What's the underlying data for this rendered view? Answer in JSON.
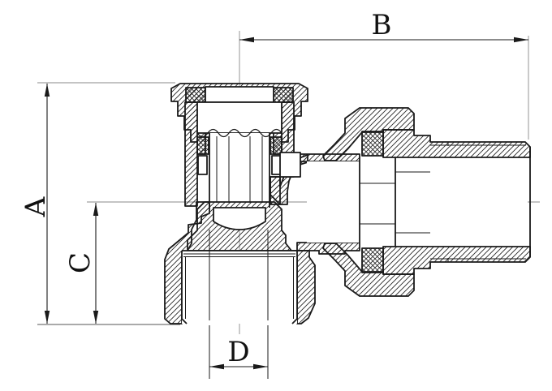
{
  "drawing": {
    "title": "Angle valve cross-section technical drawing",
    "background": "#ffffff",
    "line_color": "#1a1a1a",
    "centerline_color": "#8a8a8a",
    "hatch_style": "45-degree section hatching",
    "seal_style": "crosshatched seal sections"
  },
  "dims": {
    "A": "A",
    "B": "B",
    "C": "C",
    "D": "D"
  },
  "dimension_meta": {
    "A": {
      "orientation": "vertical",
      "side": "left-outer"
    },
    "B": {
      "orientation": "horizontal",
      "side": "top"
    },
    "C": {
      "orientation": "vertical",
      "side": "left-inner"
    },
    "D": {
      "orientation": "horizontal",
      "side": "bottom"
    }
  }
}
